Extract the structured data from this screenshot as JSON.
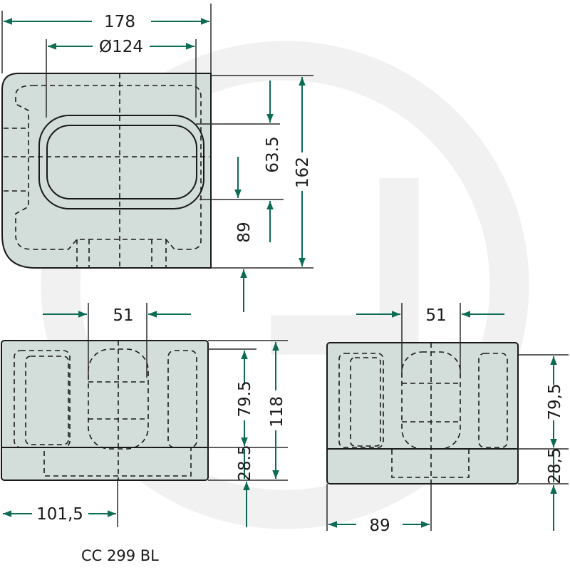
{
  "colors": {
    "dimension": "#0b6b55",
    "body_fill": "#d3ddda",
    "outline": "#1a1a1a",
    "watermark": "#f1f1f1"
  },
  "top_view": {
    "width": "178",
    "bore_diameter": "Ø124",
    "bore_offset_top": "63.5",
    "bore_offset_bottom": "89",
    "height": "162"
  },
  "front_view": {
    "slot_width": "51",
    "upper_height": "79.5",
    "lower_height": "28.5",
    "total_height": "118",
    "center_offset": "101,5"
  },
  "side_view": {
    "slot_width": "51",
    "upper_height": "79,5",
    "lower_height": "28,5",
    "center_offset": "89"
  },
  "part_number": "CC 299 BL"
}
